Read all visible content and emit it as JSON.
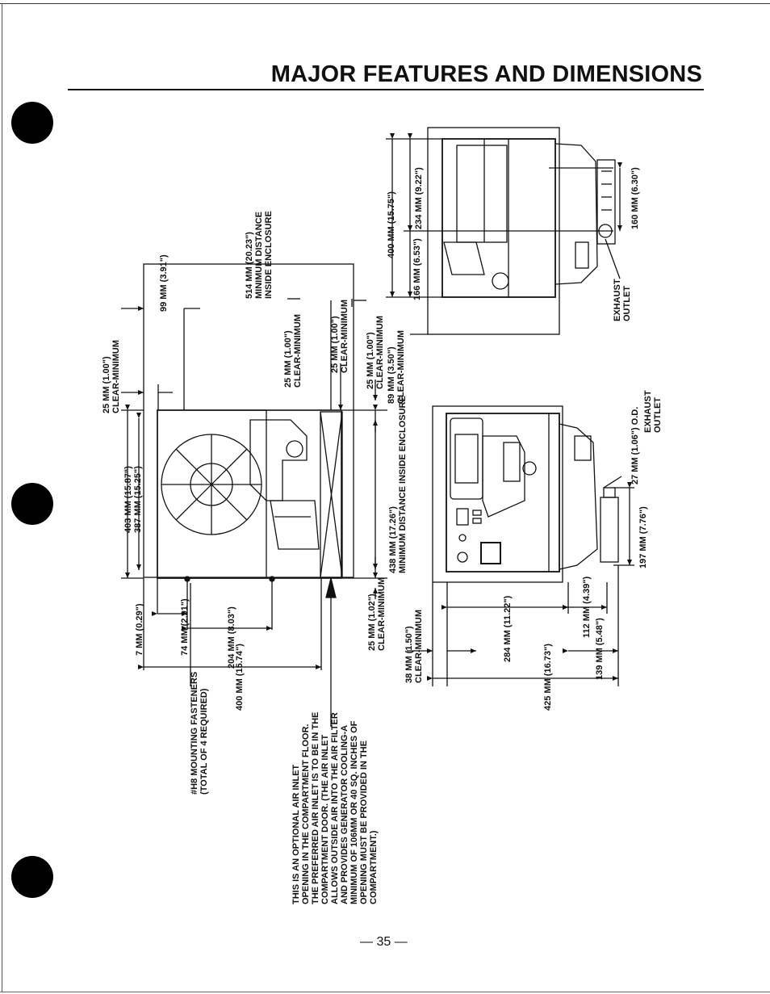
{
  "page": {
    "title": "MAJOR FEATURES AND DIMENSIONS",
    "page_number": "— 35 —"
  },
  "plan_view": {
    "dim_514": [
      "514 MM (20.23\")",
      "MINIMUM DISTANCE",
      "INSIDE ENCLOSURE"
    ],
    "dim_99": "99 MM (3.91\")",
    "clear_left": [
      "25 MM (1.00\")",
      "CLEAR-MINIMUM"
    ],
    "clear_mid1": [
      "25 MM (1.00\")",
      "CLEAR-MINIMUM"
    ],
    "clear_mid2": [
      "25 MM (1.00\")",
      "CLEAR-MINIMUM"
    ],
    "clear_right": [
      "25 MM (1.00\")",
      "CLEAR-MINIMUM"
    ],
    "dim_89": [
      "89 MM (3.50\")",
      "CLEAR-MINIMUM"
    ],
    "dim_403": "403 MM (15.87\")",
    "dim_387": "387 MM (15.25\")",
    "dim_438": [
      "438 MM (17.26\")",
      "MINIMUM DISTANCE INSIDE ENCLOSURE"
    ],
    "dim_7": "7 MM (0.29\")",
    "dim_74": "74 MM (2.91\")",
    "dim_204": "204 MM (8.03\")",
    "dim_400": "400 MM (15.74\")",
    "clear_bottom": [
      "25 MM (1.02\")",
      "CLEAR-MINIMUM"
    ],
    "dim_38": [
      "38 MM (1.50\")",
      "CLEAR-MINIMUM"
    ],
    "fasteners": [
      "#H8 MOUNTING FASTENERS",
      "(TOTAL OF 4 REQUIRED)"
    ],
    "air_inlet_note": [
      "THIS IS AN OPTIONAL AIR INLET",
      "OPENING IN THE COMPARTMENT FLOOR.",
      "THE PREFERRED AIR INLET IS TO BE IN THE",
      "COMPARTMENT DOOR. (THE AIR INLET",
      "ALLOWS OUTSIDE AIR INTO THE AIR FILTER",
      "AND PROVIDES GENERATOR COOLING-A",
      "MINIMUM OF 106MM OR 40 SQ. INCHES OF",
      "OPENING MUST BE PROVIDED IN THE",
      "COMPARTMENT.)"
    ]
  },
  "side_view": {
    "dim_400": "400 MM (15.75\")",
    "dim_234": "234 MM (9.22\")",
    "dim_166": "166 MM (6.53\")",
    "dim_160": "160 MM (6.30\")",
    "exhaust": [
      "EXHAUST",
      "OUTLET"
    ]
  },
  "front_view": {
    "dim_27": "27 MM (1.06\") O.D.",
    "exhaust": [
      "EXHAUST",
      "OUTLET"
    ],
    "dim_197": "197 MM (7.76\")",
    "dim_284": "284 MM (11.22\")",
    "dim_112": "112 MM (4.39\")",
    "dim_139": "139 MM (5.48\")",
    "dim_425": "425 MM (16.73\")"
  }
}
